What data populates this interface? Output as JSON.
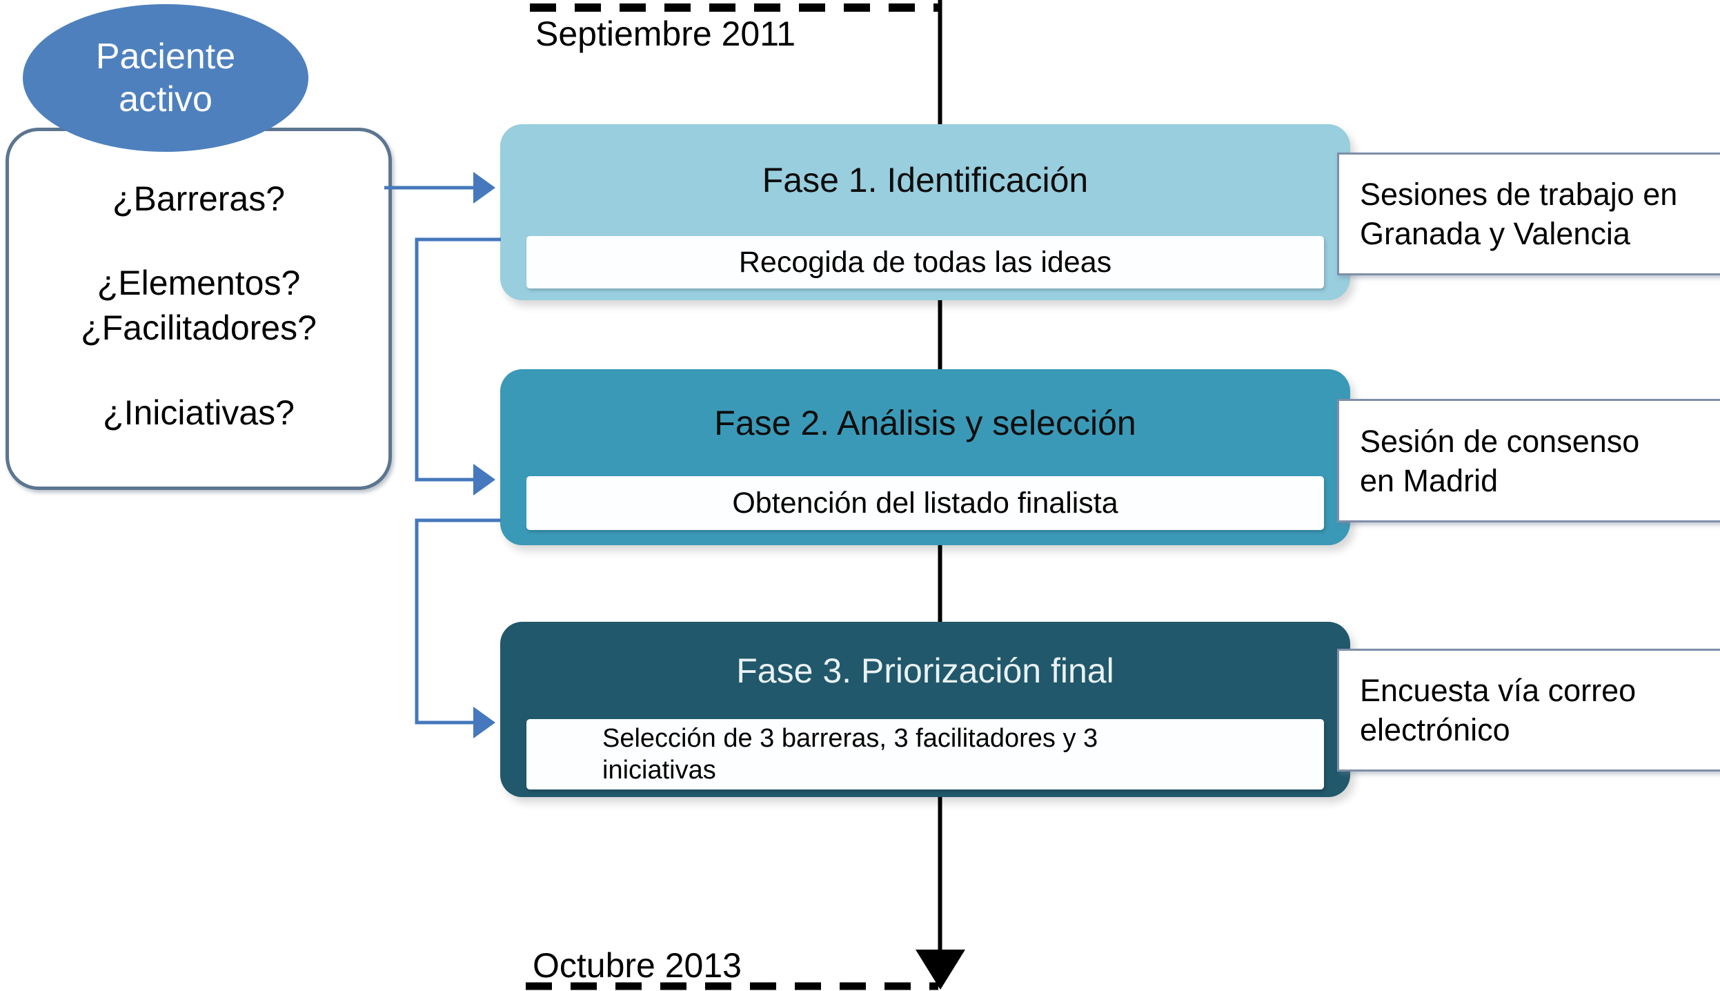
{
  "diagram": {
    "timeline": {
      "start_label": "Septiembre 2011",
      "end_label": "Octubre 2013"
    },
    "patient_label": "Paciente\nactivo",
    "questions": [
      "¿Barreras?",
      "¿Elementos?",
      "¿Facilitadores?",
      "¿Iniciativas?"
    ],
    "phases": [
      {
        "title": "Fase 1. Identificación",
        "subtitle": "Recogida de todas las ideas",
        "note": "Sesiones de trabajo en\nGranada y Valencia",
        "fill": "#98CEDE",
        "title_color": "#0d0d0d"
      },
      {
        "title": "Fase 2. Análisis y selección",
        "subtitle": "Obtención del listado finalista",
        "note": "Sesión de consenso\nen Madrid",
        "fill": "#3A99B7",
        "title_color": "#0d0d0d"
      },
      {
        "title": "Fase 3. Priorización final",
        "subtitle": "Selección de 3 barreras, 3 facilitadores y 3\niniciativas",
        "note": "Encuesta vía correo\nelectrónico",
        "fill": "#21586B",
        "title_color": "#EAF2F5"
      }
    ],
    "colors": {
      "ellipse_fill": "#4E80BD",
      "connector_blue": "#4578BC",
      "questions_border": "#5C7590",
      "note_border": "#7F8EA8",
      "timeline_black": "#000000"
    }
  }
}
